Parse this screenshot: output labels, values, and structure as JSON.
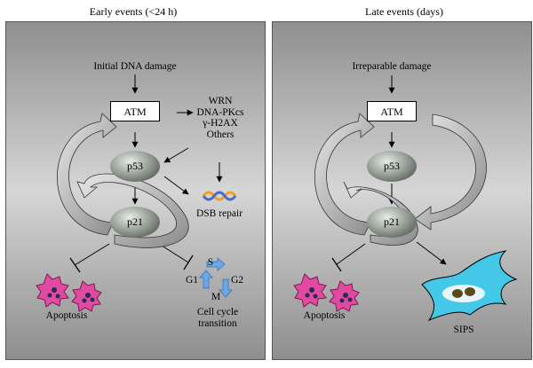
{
  "panels": {
    "left": {
      "title": "Early events (<24 h)",
      "trigger": "Initial DNA damage",
      "atm": "ATM",
      "p53": "p53",
      "p21": "p21",
      "atm_targets": [
        "WRN",
        "DNA-PKcs",
        "γ-H2AX",
        "Others"
      ],
      "dsb_repair": "DSB repair",
      "apoptosis": "Apoptosis",
      "cycle": {
        "s": "S",
        "g1": "G1",
        "g2": "G2",
        "m": "M"
      },
      "cell_cycle": "Cell cycle transition"
    },
    "right": {
      "title": "Late events (days)",
      "trigger": "Irreparable damage",
      "atm": "ATM",
      "p53": "p53",
      "p21": "p21",
      "apoptosis": "Apoptosis",
      "sips": "SIPS"
    }
  },
  "colors": {
    "dna_orange": "#f0a020",
    "dna_blue": "#4a6ad0",
    "apoptotic_cell": "#e04aa0",
    "cycle_arrow": "#6aa8e8",
    "senescent_cell": "#44c8e8",
    "nucleus": "#5a4a1a"
  }
}
